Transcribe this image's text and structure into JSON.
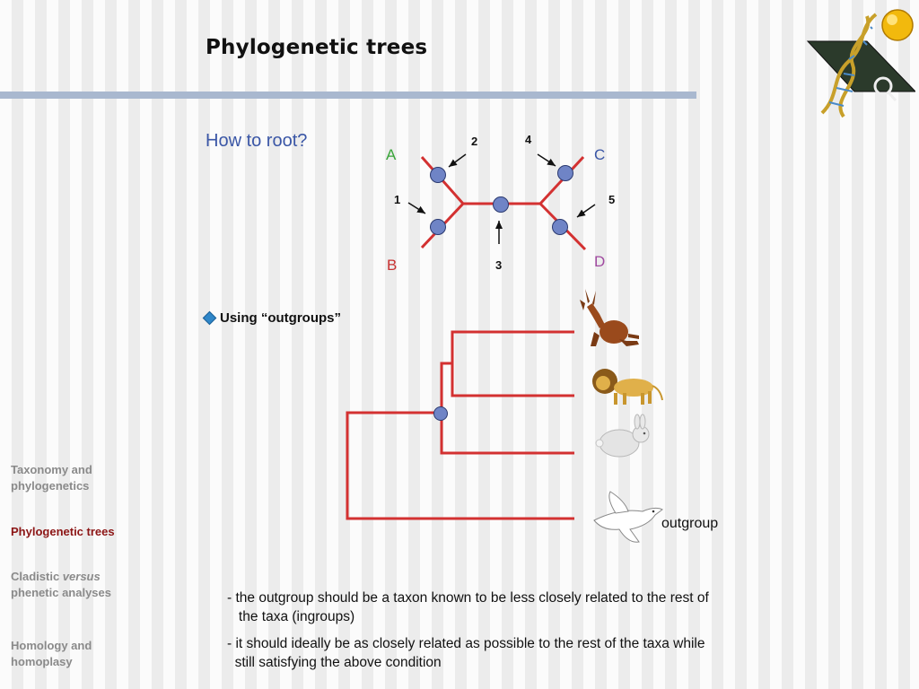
{
  "slide": {
    "title": "Phylogenetic trees",
    "subtitle": "How to root?"
  },
  "unrooted_tree": {
    "taxa": [
      "A",
      "B",
      "C",
      "D"
    ],
    "taxa_colors": {
      "A": "#3aa53a",
      "B": "#c83232",
      "C": "#3a56a6",
      "D": "#a04aa0"
    },
    "root_positions": [
      "1",
      "2",
      "3",
      "4",
      "5"
    ],
    "branch_color": "#d33131",
    "node_color": "#6f84c6"
  },
  "bullet": {
    "text": "Using “outgroups”"
  },
  "rooted_tree": {
    "tips": [
      "donkey",
      "lion",
      "rabbit",
      "dove"
    ],
    "outgroup_label": "outgroup"
  },
  "notes": [
    "- the outgroup should be a taxon known to be less closely related to the rest of\n   the taxa (ingroups)",
    "- it should ideally be as closely related as possible to the rest of the taxa while\n  still satisfying the above condition"
  ],
  "nav": {
    "items": [
      {
        "line1": "Taxonomy and",
        "line2": "phylogenetics",
        "active": false
      },
      {
        "line1": "Phylogenetic trees",
        "line2": "",
        "active": true
      },
      {
        "line1_pre": "Cladistic ",
        "line1_em": "versus",
        "line2": "phenetic analyses",
        "active": false
      },
      {
        "line1": "Homology and",
        "line2": "homoplasy",
        "active": false
      }
    ]
  }
}
